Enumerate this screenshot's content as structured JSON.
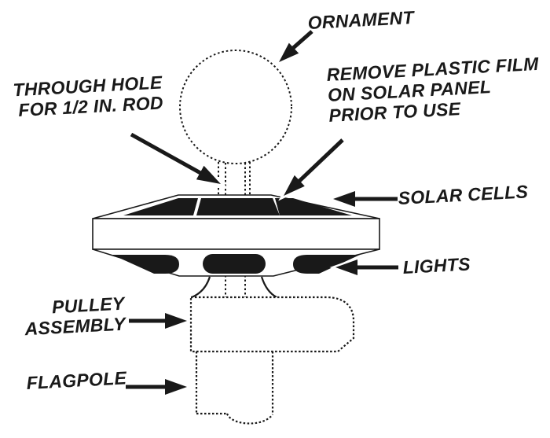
{
  "title": "Solar flagpole topper assembly diagram",
  "diagram": {
    "background_color": "#ffffff",
    "ink_color": "#191919",
    "labels": {
      "ornament": {
        "text": "ORNAMENT"
      },
      "through_hole": {
        "text": "THROUGH HOLE\nFOR 1/2 IN. ROD"
      },
      "remove_film": {
        "text": "REMOVE PLASTIC FILM\nON SOLAR PANEL\nPRIOR TO USE"
      },
      "solar_cells": {
        "text": "SOLAR CELLS"
      },
      "lights": {
        "text": "LIGHTS"
      },
      "pulley": {
        "text": "PULLEY\nASSEMBLY"
      },
      "flagpole": {
        "text": "FLAGPOLE"
      }
    },
    "parts": [
      "ornament-ball",
      "ornament-stem",
      "through-hole-rod",
      "solar-panel-top",
      "disc-band",
      "disc-bottom",
      "solar-cell-left",
      "solar-cell-middle",
      "solar-cell-right",
      "light-left",
      "light-middle",
      "light-right",
      "neck",
      "pulley-housing",
      "flagpole-pole"
    ]
  }
}
